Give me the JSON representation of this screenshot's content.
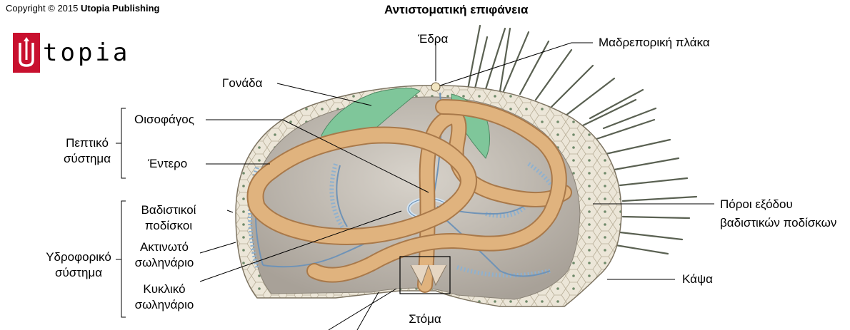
{
  "copyright": {
    "prefix": "Copyright © 2015",
    "publisher": "Utopia Publishing"
  },
  "logo": {
    "first_letter": "U",
    "rest": "topia"
  },
  "title": "Αντιστοματική επιφάνεια",
  "labels": {
    "edra": "Έδρα",
    "madreporic": "Μαδρεπορική πλάκα",
    "gonad": "Γονάδα",
    "esophagus": "Οισοφάγος",
    "intestine": "Έντερο",
    "digestive_system_1": "Πεπτικό",
    "digestive_system_2": "σύστημα",
    "radial_feet_1": "Βαδιστικοί",
    "radial_feet_2": "ποδίσκοι",
    "radial_canal_1": "Ακτινωτό",
    "radial_canal_2": "σωληνάριο",
    "water_system_1": "Υδροφορικό",
    "water_system_2": "σύστημα",
    "ring_canal_1": "Κυκλικό",
    "ring_canal_2": "σωληνάριο",
    "mouth": "Στόμα",
    "pores_1": "Πόροι εξόδου",
    "pores_2": "βαδιστικών ποδίσκων",
    "test": "Κάψα"
  },
  "colors": {
    "gut": "#e0b37e",
    "gut_dark": "#a9794a",
    "gonad": "#7fc69a",
    "water_vascular": "#a9c4dc",
    "test_shell": "#ece6d8",
    "interior": "#c9c3ba",
    "logo_red": "#c8102e"
  }
}
